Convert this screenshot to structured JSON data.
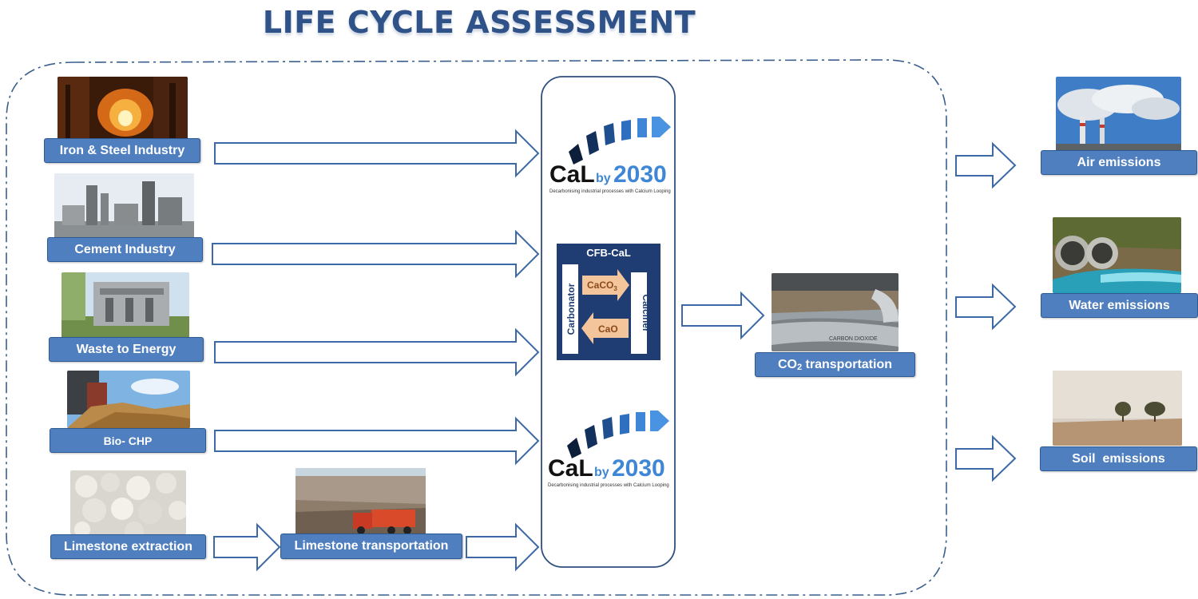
{
  "title": "LIFE CYCLE ASSESSMENT",
  "sources": [
    {
      "label": "Iron & Steel Industry"
    },
    {
      "label": "Cement Industry"
    },
    {
      "label": "Waste to Energy"
    },
    {
      "label": "Bio- CHP"
    },
    {
      "label": "Limestone extraction"
    }
  ],
  "limestone_transport": {
    "label": "Limestone transportation"
  },
  "process": {
    "logo_text_main": "CaL",
    "logo_text_by": "by",
    "logo_text_year": "2030",
    "logo_tagline": "Decarbonising industrial processes with Calcium Looping",
    "cfb_title": "CFB-CaL",
    "carbonator": "Carbonator",
    "calciner": "Calciner",
    "caco3_main": "CaCO",
    "caco3_sub": "3",
    "cao": "CaO"
  },
  "co2": {
    "label_main": "CO",
    "label_sub": "2",
    "label_rest": " transportation",
    "pipe_text": "CARBON DIOXIDE"
  },
  "emissions": [
    {
      "label": "Air emissions"
    },
    {
      "label": "Water emissions"
    },
    {
      "label": "Soil  emissions"
    }
  ],
  "colors": {
    "label_fill": "#4f7fbf",
    "label_border": "#2d5a93",
    "arrow_stroke": "#3d6aa6",
    "frame": "#3a5f8f",
    "cfb_fill": "#1f3d73",
    "cfb_arrow": "#f4c49a"
  }
}
